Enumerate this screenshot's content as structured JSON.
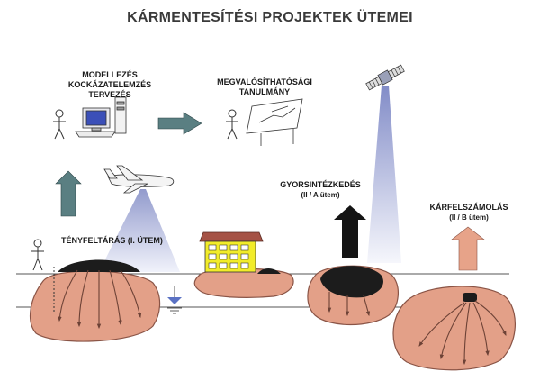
{
  "title": "KÁRMENTESÍTÉSI PROJEKTEK ÜTEMEI",
  "labels": {
    "modeling_1": "MODELLEZÉS",
    "modeling_2": "KOCKÁZATELEMZÉS",
    "modeling_3": "TERVEZÉS",
    "feasibility_1": "MEGVALÓSÍTHATÓSÁGI",
    "feasibility_2": "TANULMÁNY",
    "exploration": "TÉNYFELTÁRÁS (I. ütem)",
    "quick_action_1": "GYORSINTÉZKEDÉS",
    "quick_action_2": "(II / A ütem)",
    "remediation_1": "KÁRFELSZÁMOLÁS",
    "remediation_2": "(II / B ütem)"
  },
  "colors": {
    "soil": "#e3a088",
    "soil_stroke": "#8a5446",
    "contaminant": "#1c1c1c",
    "arrow_teal": "#5a7f82",
    "arrow_black": "#141414",
    "arrow_salmon": "#e7a389",
    "beam_top": "#a9b0d6",
    "building": "#f2ec2a",
    "water": "#5b72c4"
  },
  "icons": {
    "person": "person-icon",
    "computer": "computer-workstation-icon",
    "drawing_board": "drawing-board-icon",
    "airplane": "airplane-icon",
    "satellite": "satellite-icon",
    "building": "building-icon",
    "water_table": "water-table-icon"
  }
}
